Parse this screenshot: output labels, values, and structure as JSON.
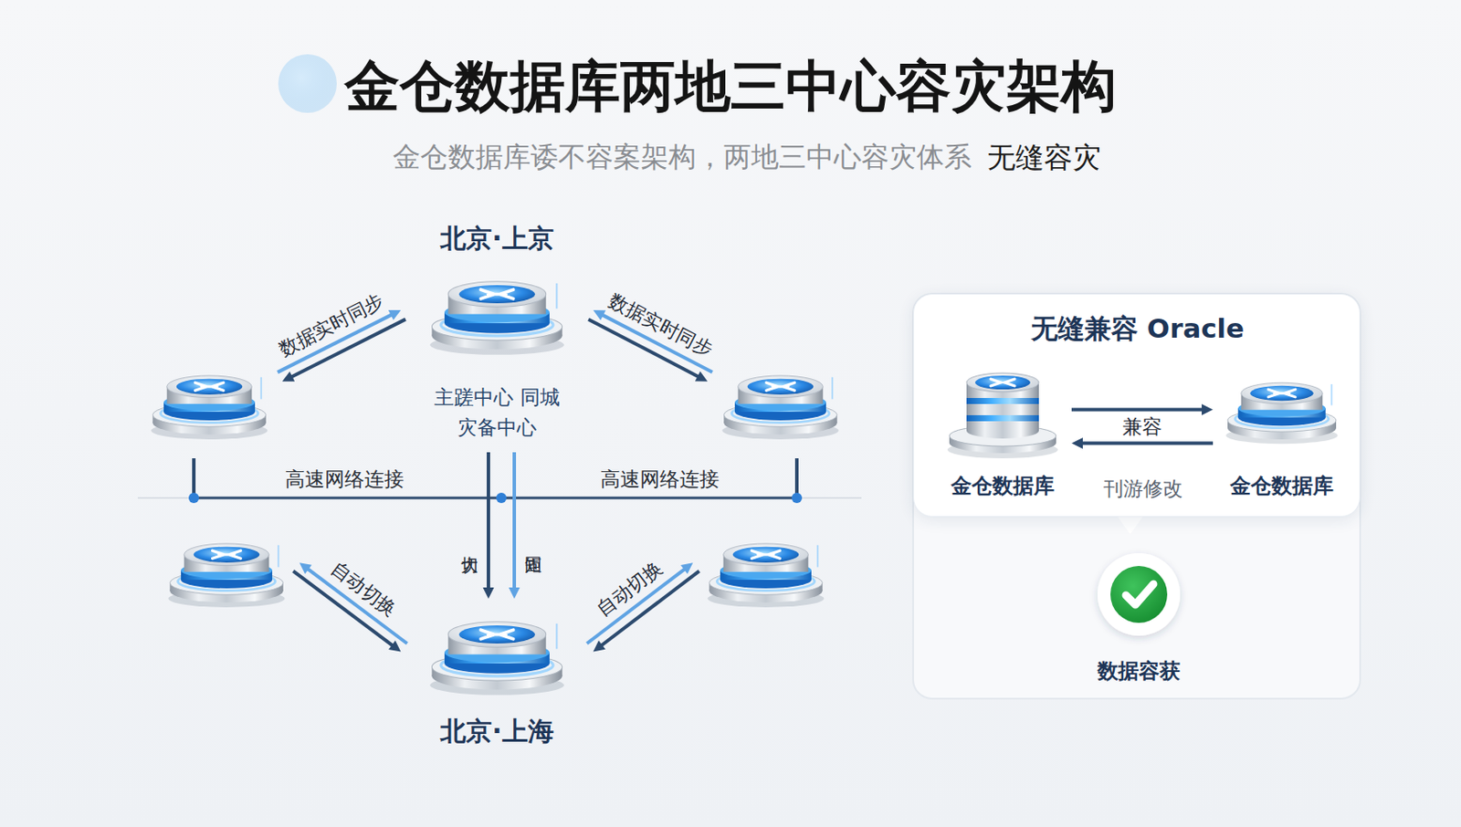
{
  "diagram": {
    "title": "金仓数据库两地三中心容灾架构",
    "caption": "金仓数据库诿不容案架构，两地三中心容灾体系",
    "nodes": [
      {
        "text": [
          "北京·上京",
          "主蹉中心 同城灾备中心"
        ]
      },
      {
        "text": []
      },
      {
        "text": []
      },
      {
        "text": []
      },
      {
        "text": []
      },
      {
        "text": [
          "北京·上海"
        ]
      },
      {
        "text": [
          "无缝兼容 Oracle"
        ]
      },
      {
        "text": [
          "金仓数据库"
        ],
        "in": 6
      },
      {
        "text": [
          "金仓数据库"
        ],
        "in": 6
      },
      {
        "text": [
          "数据容获"
        ]
      }
    ],
    "edges": [
      {
        "from": 1,
        "to": 0,
        "label": "数据实时同步",
        "arrow": "both"
      },
      {
        "from": 0,
        "to": 2,
        "label": "数据实时同步",
        "arrow": "both"
      },
      {
        "from": 3,
        "to": 5,
        "label": "自动切换",
        "arrow": "both"
      },
      {
        "from": 5,
        "to": 4,
        "label": "自动切换",
        "arrow": "both"
      },
      {
        "from": 0,
        "to": 5,
        "label": "切大",
        "arrow": "to"
      },
      {
        "from": 0,
        "to": 5,
        "label": "矩固",
        "arrow": "to"
      },
      {
        "from": 7,
        "to": 8,
        "label": "兼容",
        "arrow": "to"
      },
      {
        "from": 8,
        "to": 7,
        "arrow": "to"
      }
    ],
    "labels": [
      "无缝容灾",
      "高速网络连接",
      "高速网络连接",
      "刊游修改"
    ]
  }
}
